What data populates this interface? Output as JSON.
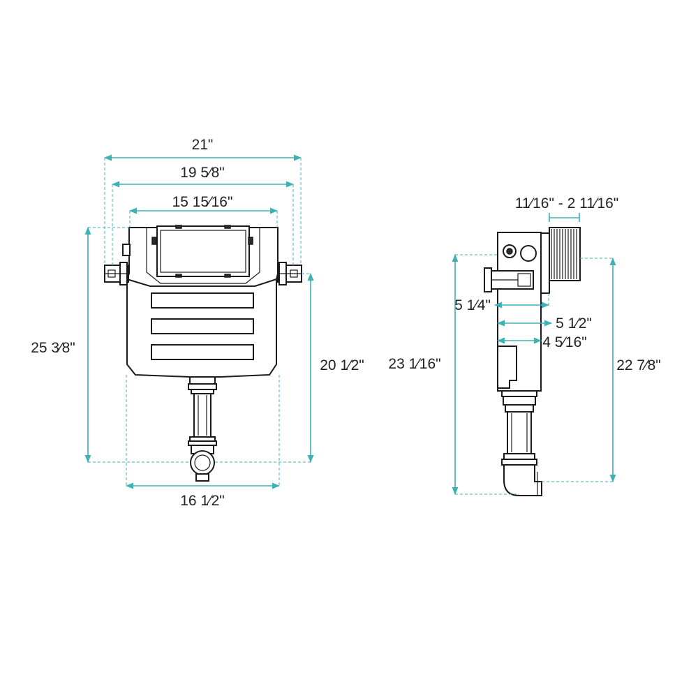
{
  "front_view": {
    "dims": {
      "width_overall": "21\"",
      "width_brackets": "19 5⁄8\"",
      "width_top": "15 15⁄16\"",
      "height_overall": "25 3⁄8\"",
      "height_bracket": "20 1⁄2\"",
      "width_body": "16 1⁄2\""
    }
  },
  "side_view": {
    "dims": {
      "wall_range": "11⁄16\" - 2 11⁄16\"",
      "depth_a": "5 1⁄4\"",
      "depth_b": "5 1⁄2\"",
      "depth_c": "4 5⁄16\"",
      "height_overall": "23 1⁄16\"",
      "height_outlet": "22 7⁄8\""
    }
  },
  "colors": {
    "dimension": "#3fb0b4",
    "outline": "#1a1a1a"
  }
}
